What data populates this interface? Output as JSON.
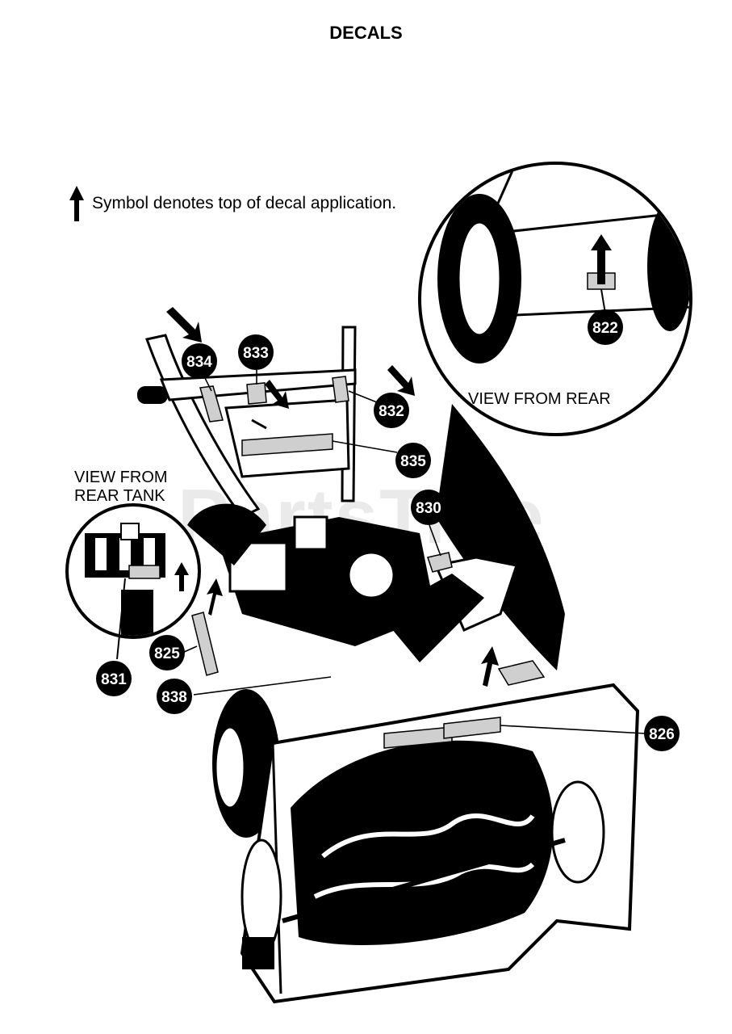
{
  "page": {
    "title": "DECALS",
    "legend_text": "Symbol denotes top of decal application.",
    "watermark": "PartsTree"
  },
  "views": {
    "rear": "VIEW FROM REAR",
    "rear_tank_line1": "VIEW FROM",
    "rear_tank_line2": "REAR TANK"
  },
  "callouts": {
    "c822": "822",
    "c825": "825",
    "c826": "826",
    "c830": "830",
    "c831": "831",
    "c832": "832",
    "c833": "833",
    "c834": "834",
    "c835": "835",
    "c838": "838"
  }
}
